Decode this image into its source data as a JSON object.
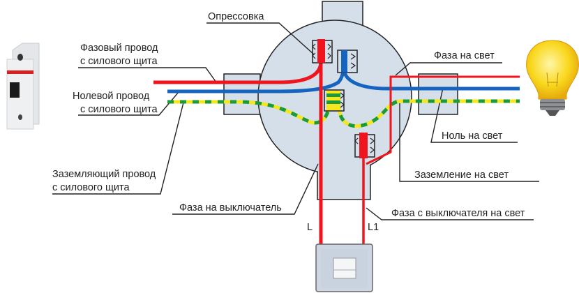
{
  "title": "Схема подключения распределительной коробки",
  "labels": {
    "crimping": "Опрессовка",
    "phase_from_panel_1": "Фазовый провод",
    "phase_from_panel_2": "с силового щита",
    "neutral_from_panel_1": "Нолевой провод",
    "neutral_from_panel_2": "с силового щита",
    "ground_from_panel_1": "Заземляющий провод",
    "ground_from_panel_2": "с силового щита",
    "phase_to_switch": "Фаза на выключатель",
    "phase_to_light": "Фаза на свет",
    "neutral_to_light": "Ноль на свет",
    "ground_to_light": "Заземление на свет",
    "phase_from_switch_to_light": "Фаза с выключателя на свет",
    "wire_L": "L",
    "wire_L1": "L1"
  },
  "icons": {
    "breaker": "circuit-breaker-icon",
    "lamp": "light-bulb-icon",
    "switch": "wall-switch-icon",
    "box": "junction-box"
  },
  "colors": {
    "phase": "#f0141e",
    "neutral": "#1565c0",
    "ground_yellow": "#f5e61e",
    "ground_green": "#1a9a3a",
    "box_fill": "#d5dfe9",
    "outline": "#222222"
  }
}
